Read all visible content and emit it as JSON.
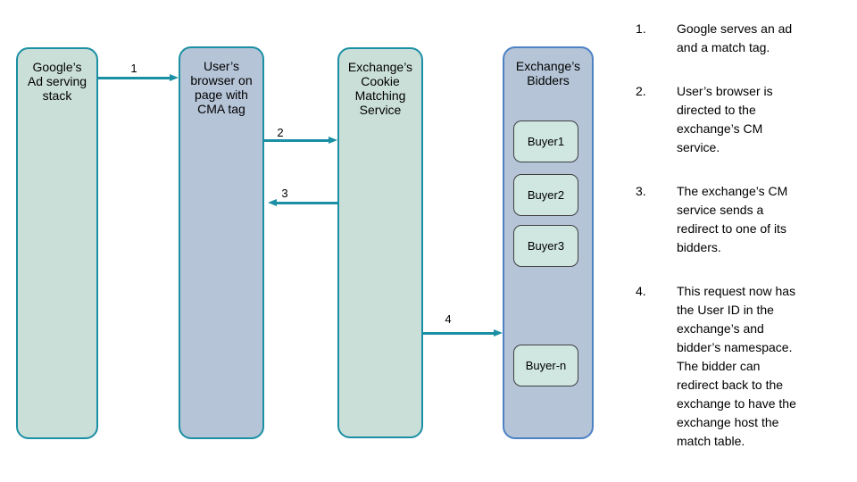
{
  "diagram": {
    "boxes": [
      {
        "id": "google-stack",
        "lines": [
          "Google’s",
          "Ad serving",
          "stack"
        ]
      },
      {
        "id": "user-browser",
        "lines": [
          "User’s",
          "browser on",
          "page with",
          "CMA tag"
        ]
      },
      {
        "id": "cm-service",
        "lines": [
          "Exchange’s",
          "Cookie",
          "Matching",
          "Service"
        ]
      },
      {
        "id": "bidders",
        "lines": [
          "Exchange’s",
          "Bidders"
        ]
      }
    ],
    "buyers": [
      "Buyer1",
      "Buyer2",
      "Buyer3",
      "Buyer-n"
    ],
    "arrows": [
      {
        "label": "1",
        "from": "google-stack",
        "to": "user-browser"
      },
      {
        "label": "2",
        "from": "user-browser",
        "to": "cm-service"
      },
      {
        "label": "3",
        "from": "cm-service",
        "to": "user-browser"
      },
      {
        "label": "4",
        "from": "cm-service",
        "to": "bidders"
      }
    ],
    "colors": {
      "teal_border": "#1b8fa3",
      "green_fill": "#cbdfd9",
      "blue_fill": "#b5c4d7",
      "blue_border": "#4d82c4",
      "buyer_fill": "#cfe6e1",
      "buyer_border": "#404040",
      "arrow": "#1b8fa3",
      "text": "#000000"
    }
  },
  "steps": [
    {
      "number": "1.",
      "lines": [
        "Google serves an ad",
        "and a match tag."
      ]
    },
    {
      "number": "2.",
      "lines": [
        "User’s browser is",
        "directed to the",
        "exchange’s CM",
        "service."
      ]
    },
    {
      "number": "3.",
      "lines": [
        "The exchange’s CM",
        "service sends a",
        "redirect to one of its",
        "bidders."
      ]
    },
    {
      "number": "4.",
      "lines": [
        "This request now has",
        "the User ID in the",
        "exchange’s and",
        "bidder’s namespace.",
        "The bidder can",
        "redirect back to the",
        "exchange to have the",
        "exchange host the",
        "match table."
      ]
    }
  ]
}
